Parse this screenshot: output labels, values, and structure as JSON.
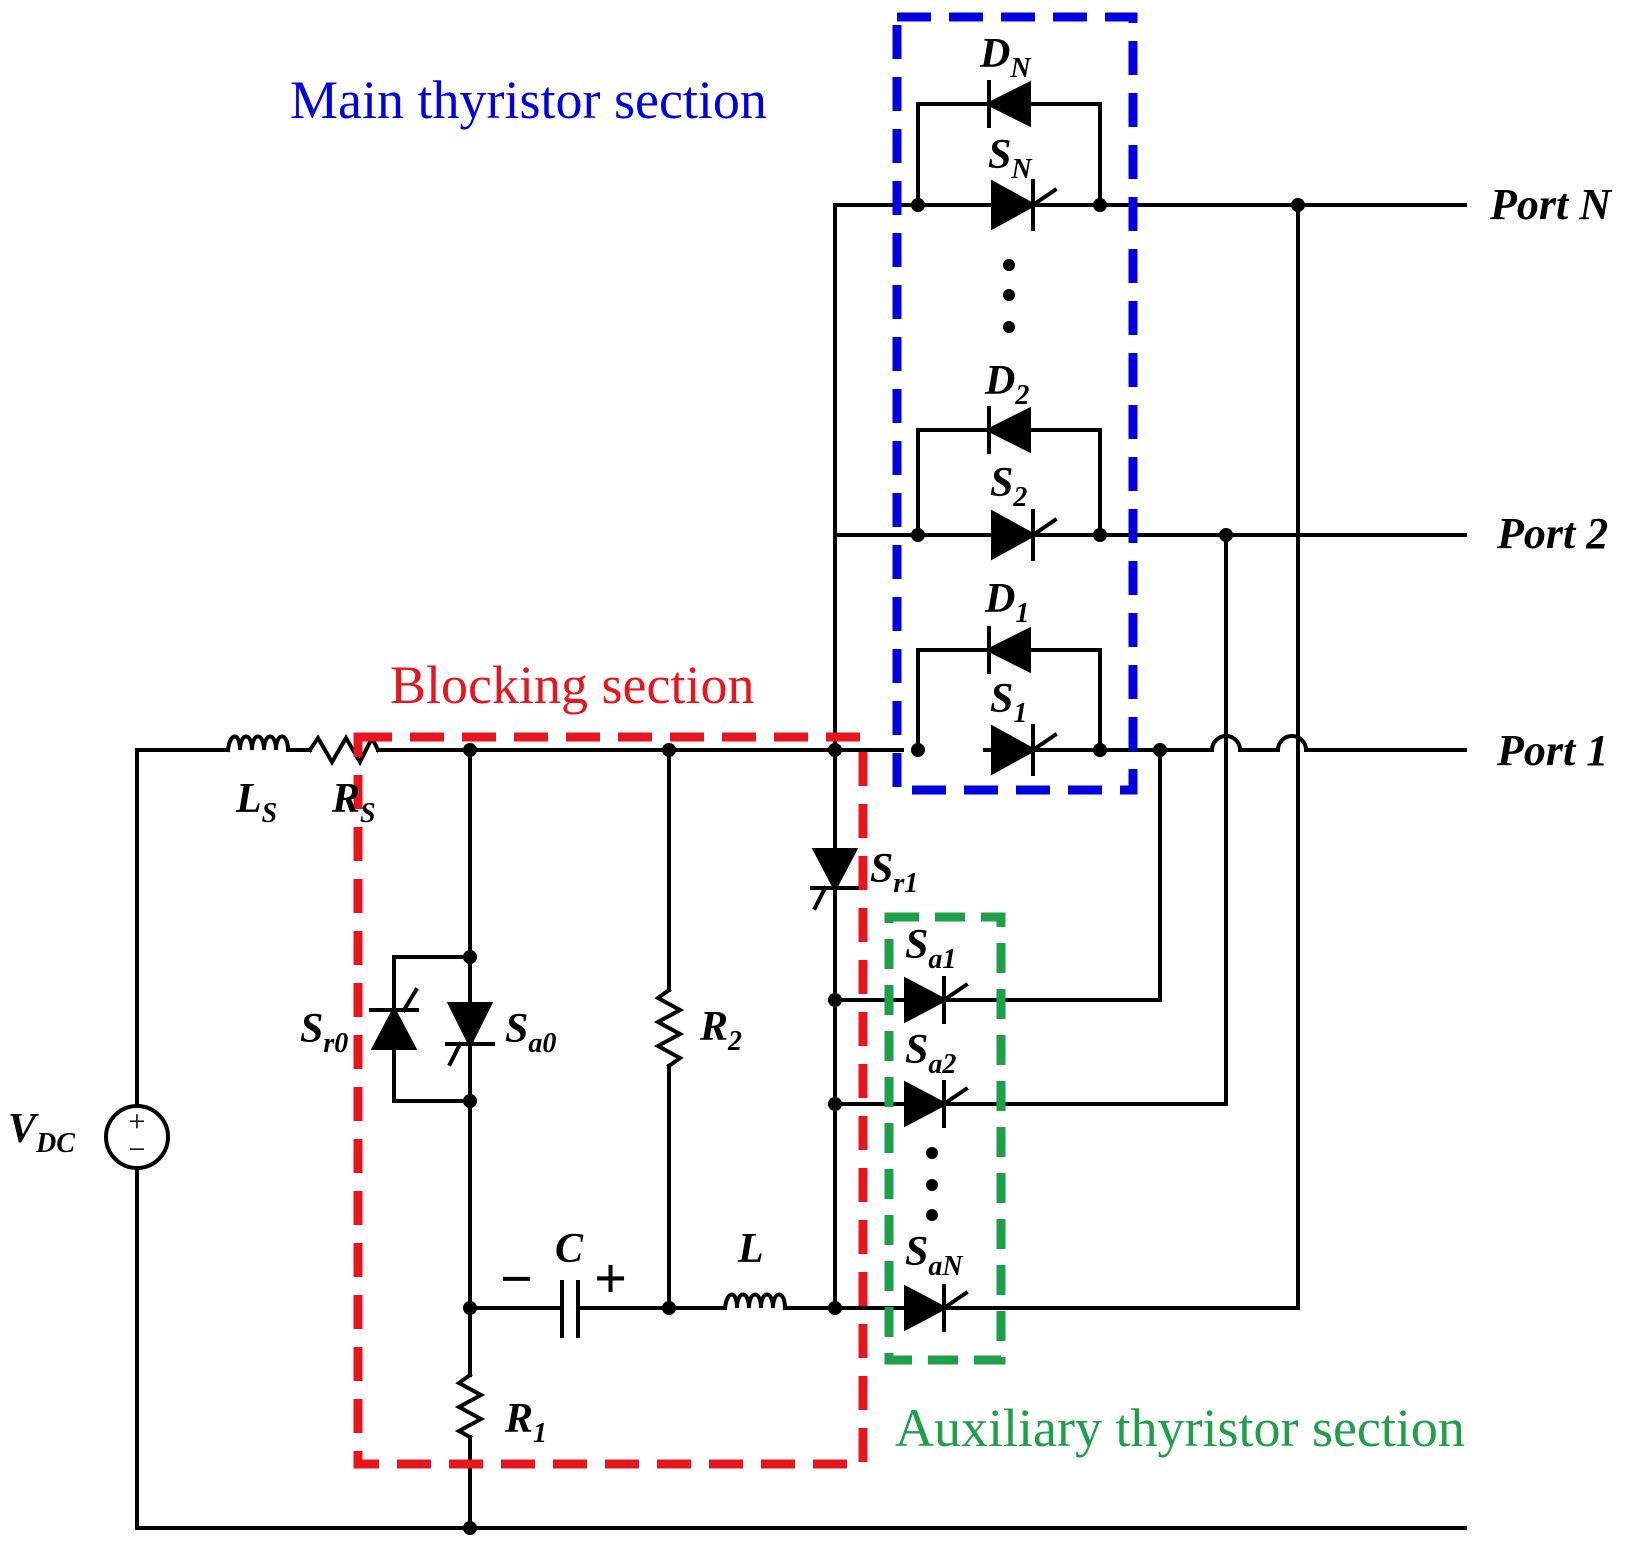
{
  "sections": {
    "main": {
      "title": "Main thyristor section",
      "color": "#0000e0"
    },
    "blocking": {
      "title": "Blocking section",
      "color": "#e8141e"
    },
    "auxiliary": {
      "title": "Auxiliary thyristor section",
      "color": "#1ea04a"
    }
  },
  "ports": {
    "port_n": "Port N",
    "port_2": "Port 2",
    "port_1": "Port 1"
  },
  "source": {
    "label": "V",
    "subscript": "DC",
    "plus": "+",
    "minus": "−"
  },
  "labels": {
    "ls": {
      "main": "L",
      "sub": "S"
    },
    "rs": {
      "main": "R",
      "sub": "S"
    },
    "dn": {
      "main": "D",
      "sub": "N"
    },
    "sn": {
      "main": "S",
      "sub": "N"
    },
    "d2": {
      "main": "D",
      "sub": "2"
    },
    "s2": {
      "main": "S",
      "sub": "2"
    },
    "d1": {
      "main": "D",
      "sub": "1"
    },
    "s1": {
      "main": "S",
      "sub": "1"
    },
    "sr1": {
      "main": "S",
      "sub": "r1"
    },
    "sa1": {
      "main": "S",
      "sub": "a1"
    },
    "sa2": {
      "main": "S",
      "sub": "a2"
    },
    "san": {
      "main": "S",
      "sub": "aN"
    },
    "sr0": {
      "main": "S",
      "sub": "r0"
    },
    "sa0": {
      "main": "S",
      "sub": "a0"
    },
    "r2": {
      "main": "R",
      "sub": "2"
    },
    "r1": {
      "main": "R",
      "sub": "1"
    },
    "c": {
      "main": "C",
      "sub": ""
    },
    "l": {
      "main": "L",
      "sub": ""
    }
  },
  "capacitor_polarity": {
    "minus": "−",
    "plus": "+"
  }
}
